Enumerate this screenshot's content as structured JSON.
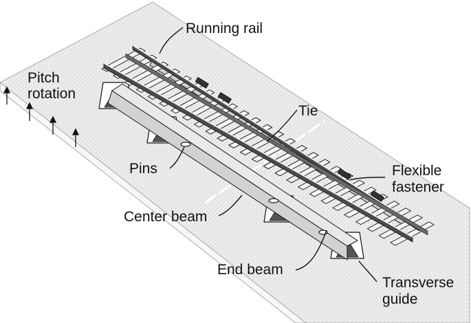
{
  "labels": {
    "running_rail": "Running rail",
    "pitch_rotation_1": "Pitch",
    "pitch_rotation_2": "rotation",
    "tie": "Tie",
    "pins": "Pins",
    "flexible_fastener_1": "Flexible",
    "flexible_fastener_2": "fastener",
    "center_beam": "Center beam",
    "end_beam": "End beam",
    "transverse_guide_1": "Transverse",
    "transverse_guide_2": "guide"
  },
  "colors": {
    "ground": "#e9e9e9",
    "ground_dots": "#b5b5b5",
    "beam": "#d4d4d4",
    "rail": "#444444",
    "line": "#111111"
  }
}
